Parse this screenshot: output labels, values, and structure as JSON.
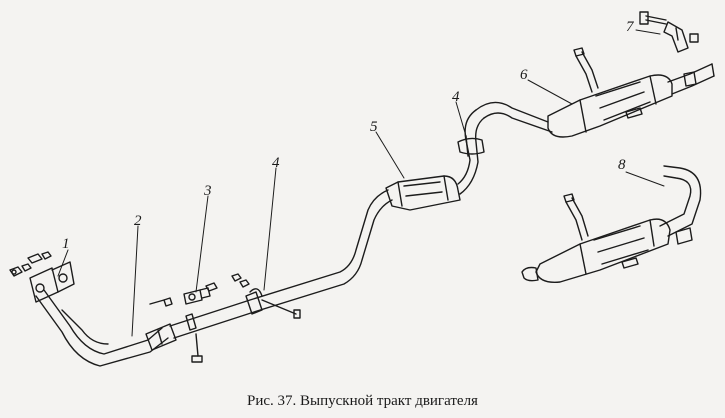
{
  "callouts": {
    "c1": "1",
    "c2": "2",
    "c3": "3",
    "c4a": "4",
    "c4b": "4",
    "c5": "5",
    "c6": "6",
    "c7": "7",
    "c8": "8"
  },
  "caption": "Рис. 37. Выпускной тракт двигателя"
}
